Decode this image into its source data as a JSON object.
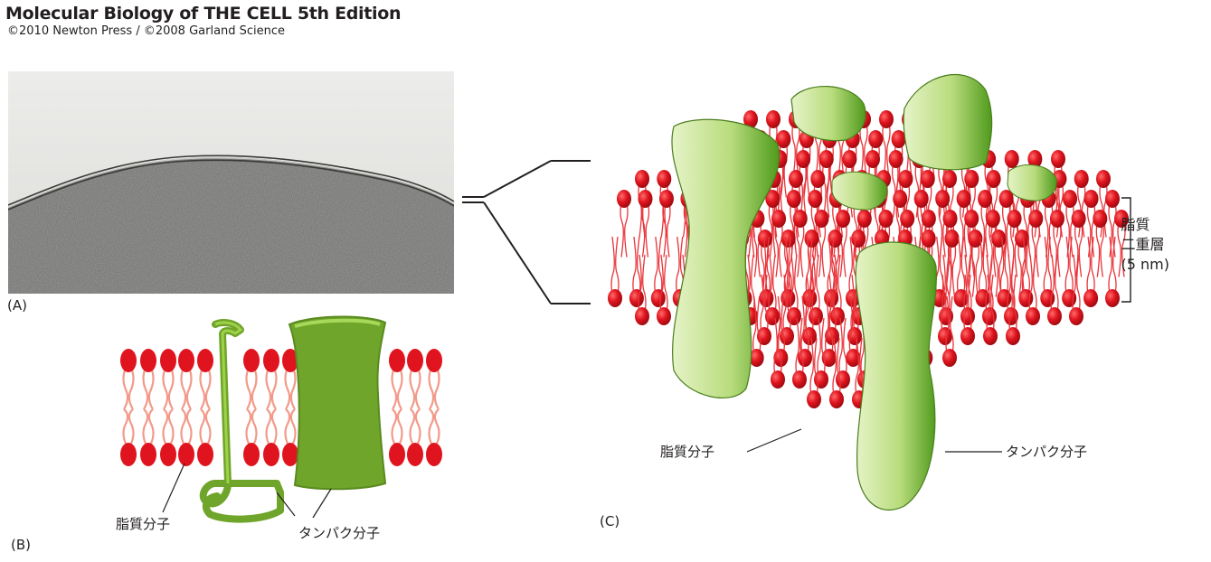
{
  "header": {
    "title": "Molecular Biology of THE CELL 5th Edition",
    "copyright": "©2010 Newton Press / ©2008 Garland Science"
  },
  "panels": {
    "a_label": "(A)",
    "b_label": "(B)",
    "c_label": "(C)"
  },
  "labels": {
    "b_lipid": "脂質分子",
    "b_protein": "タンパク分子",
    "c_lipid": "脂質分子",
    "c_protein": "タンパク分子",
    "bilayer_line1": "脂質",
    "bilayer_line2": "二重層",
    "bilayer_line3": "(5 nm)"
  },
  "colors": {
    "lipid_head": "#e0141e",
    "lipid_tail": "#f29a8a",
    "protein_dark": "#6fa52a",
    "protein_light": "#d6eab0",
    "leader_line": "#231f20"
  }
}
